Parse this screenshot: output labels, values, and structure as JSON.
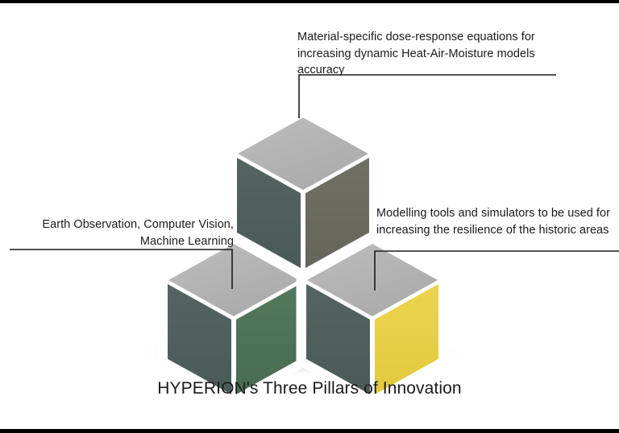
{
  "figure": {
    "caption": "HYPERION's Three Pillars of Innovation",
    "annotations": {
      "top": "Material-specific dose-response equations for increasing dynamic Heat-Air-Moisture models accuracy",
      "left": "Earth Observation, Computer Vision, Machine Learning",
      "right": "Modelling tools and simulators to be used for increasing the resilience of the historic areas"
    },
    "colors": {
      "background": "#ffffff",
      "letterbox": "#000000",
      "leader_line": "#1a1a1a",
      "cube_top_face": "#b5b5b6",
      "cube_left_face_dark": "#505f5f",
      "cube_right_face_olive": "#6d6a60",
      "cube_right_face_green": "#4e7258",
      "cube_right_face_yellow": "#e8cf46",
      "cube_edge_highlight": "#ffffff",
      "shadow": "#c9c9c9"
    },
    "cubes": [
      {
        "name": "top-cube",
        "pillar": "hygrothermal-models",
        "top_face_color": "#b5b5b6",
        "left_face_color": "#505f5f",
        "right_face_color": "#6d6a60"
      },
      {
        "name": "left-cube",
        "pillar": "earth-observation",
        "top_face_color": "#b5b5b6",
        "left_face_color": "#505f5f",
        "right_face_color": "#4e7258"
      },
      {
        "name": "right-cube",
        "pillar": "modelling-tools",
        "top_face_color": "#b5b5b6",
        "left_face_color": "#505f5f",
        "right_face_color": "#e8cf46"
      }
    ]
  }
}
